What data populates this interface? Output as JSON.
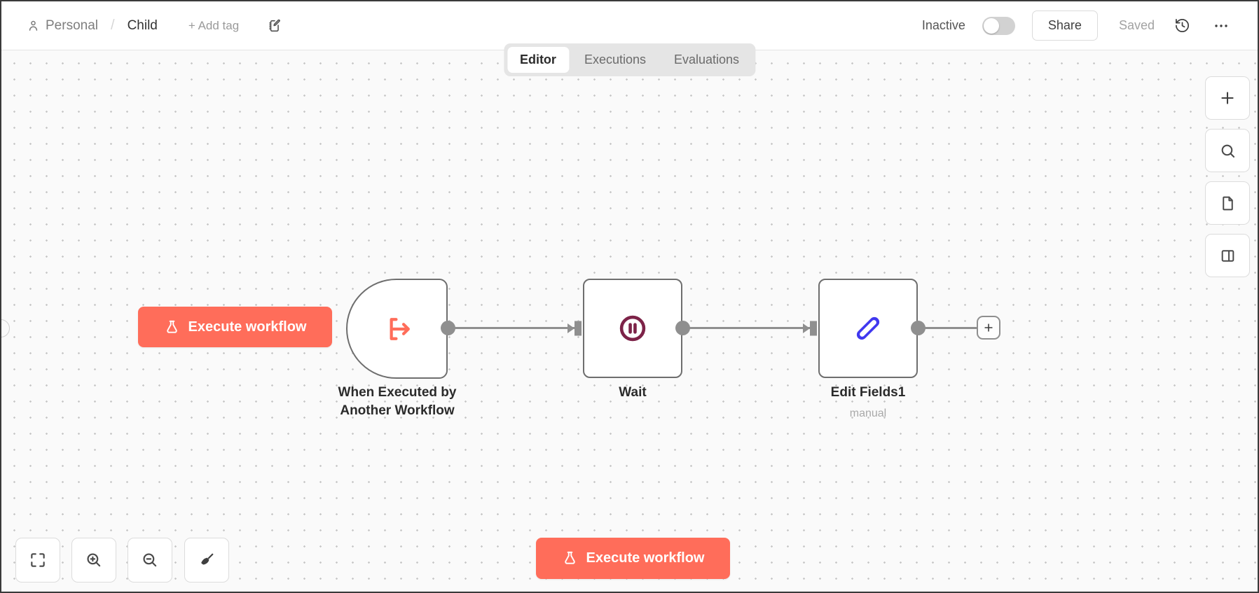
{
  "header": {
    "project": "Personal",
    "separator": "/",
    "workflow_name": "Child",
    "add_tag_label": "+ Add tag",
    "status_label": "Inactive",
    "share_label": "Share",
    "saved_label": "Saved"
  },
  "tabs": {
    "editor": "Editor",
    "executions": "Executions",
    "evaluations": "Evaluations"
  },
  "canvas": {
    "execute_button_label": "Execute workflow",
    "nodes": [
      {
        "title": "When Executed by\nAnother Workflow",
        "icon": "execute-workflow-trigger-icon"
      },
      {
        "title": "Wait",
        "icon": "pause-circle-icon"
      },
      {
        "title": "Edit Fields1",
        "subtitle": "manual",
        "icon": "pen-icon"
      }
    ]
  },
  "colors": {
    "accent": "#ff6d5a",
    "node-border": "#6e6e6e",
    "connector": "#8f8f8f",
    "wait-icon": "#7d2348",
    "pen-icon": "#4038ef",
    "canvas-bg": "#fafafa",
    "canvas-dot": "#c8c8c8"
  }
}
